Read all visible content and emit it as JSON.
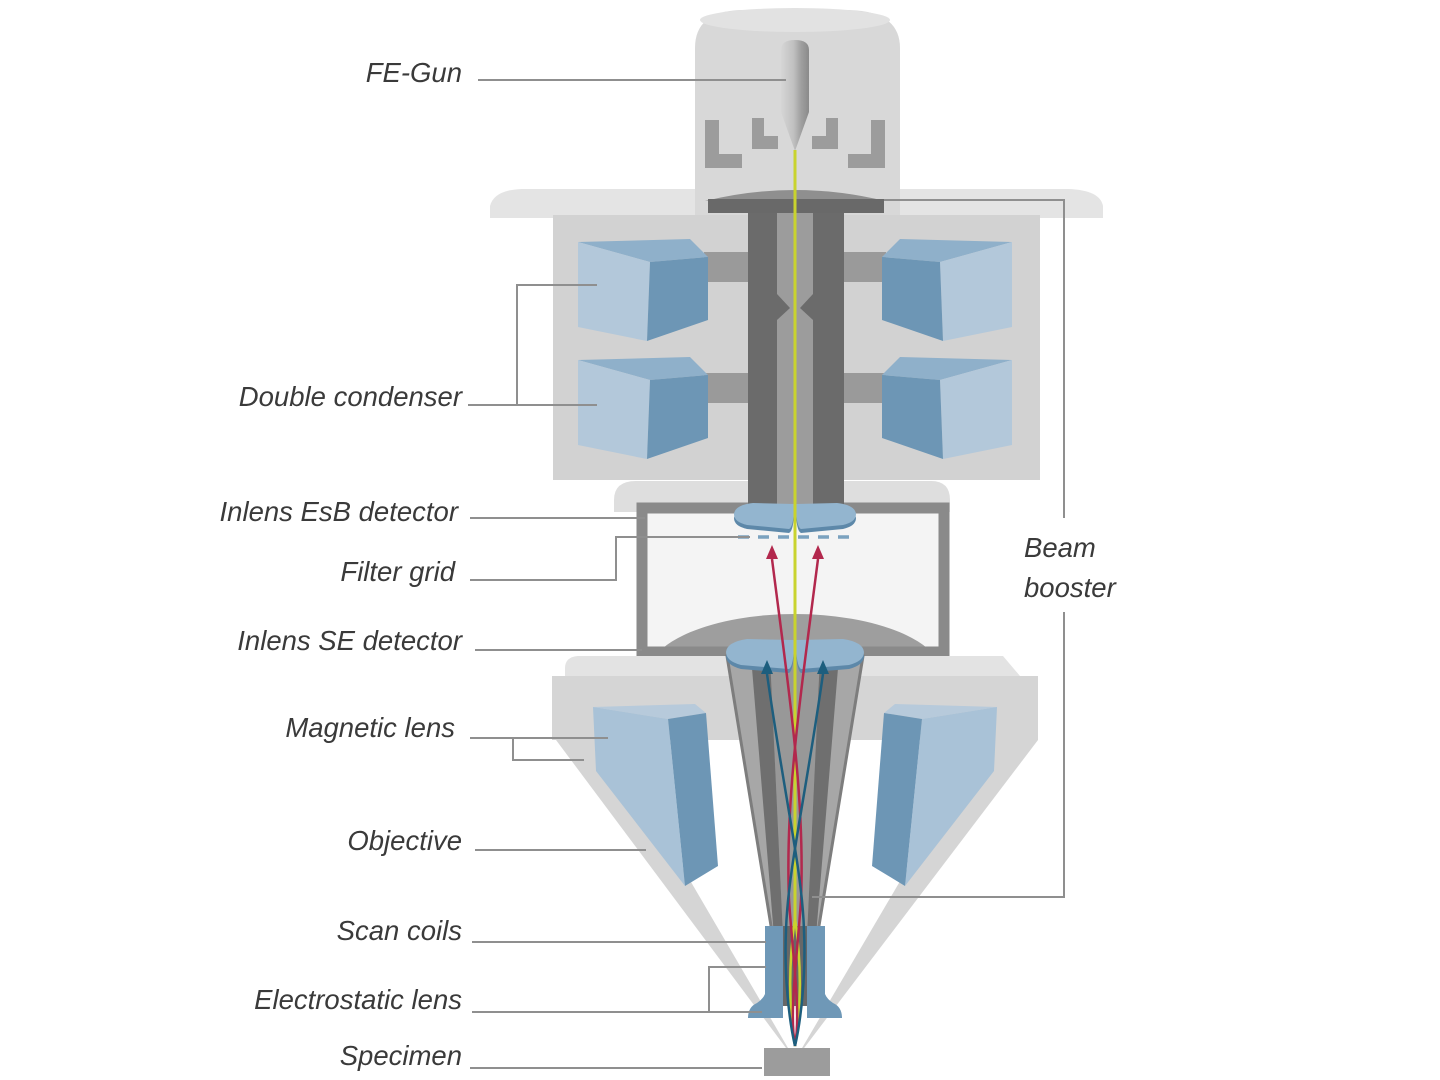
{
  "diagram": {
    "labels": {
      "fe_gun": "FE-Gun",
      "double_condenser": "Double condenser",
      "inlens_esb_detector": "Inlens EsB detector",
      "filter_grid": "Filter grid",
      "inlens_se_detector": "Inlens SE detector",
      "magnetic_lens": "Magnetic lens",
      "objective": "Objective",
      "scan_coils": "Scan coils",
      "electrostatic_lens": "Electrostatic lens",
      "specimen": "Specimen",
      "beam_booster": "Beam\nbooster"
    },
    "colors": {
      "beam_primary": "#c9d32e",
      "bse_signal": "#b2284d",
      "se_signal": "#1d5e7e",
      "filter_grid_dash": "#7ba2bf",
      "component_blue_light": "#b3c8da",
      "component_blue_mid": "#8fb0ca",
      "component_blue_dark": "#6d96b5",
      "housing_gray": "#d8d8d8",
      "column_dark_gray": "#6b6b6b",
      "leader_gray": "#8f8f8f",
      "label_text": "#3a3a3a"
    }
  }
}
